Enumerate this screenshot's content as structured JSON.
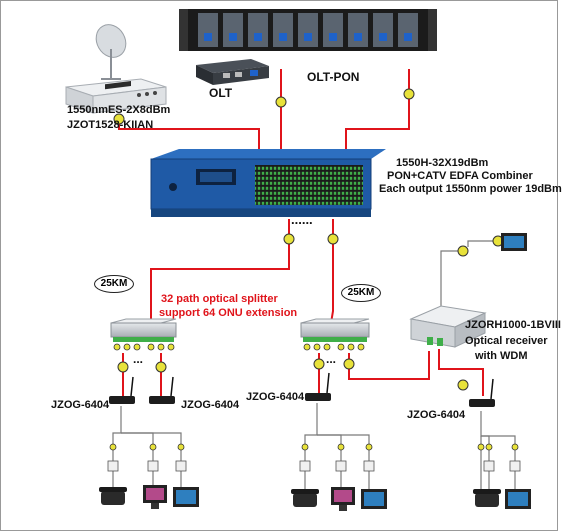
{
  "labels": {
    "olt": "OLT",
    "olt_pon": "OLT-PON",
    "transmitter_line1": "1550nmES-2X8dBm",
    "transmitter_line2": "JZOT1528-KIIAN",
    "edfa_line1": "1550H-32X19dBm",
    "edfa_line2": "PON+CATV EDFA Combiner",
    "edfa_line3": "Each output 1550nm power 19dBm",
    "distance_left": "25KM",
    "distance_right": "25KM",
    "splitter_note_line1": "32 path optical splitter",
    "splitter_note_line2": "support 64 ONU extension",
    "receiver_line1": "JZORH1000-1BVIII",
    "receiver_line2": "Optical receiver",
    "receiver_line3": "with WDM",
    "onu_left_a": "JZOG-6404",
    "onu_left_b": "JZOG-6404",
    "onu_mid": "JZOG-6404",
    "onu_right": "JZOG-6404",
    "ellipsis_edfa": "......",
    "ellipsis_left": "...",
    "ellipsis_mid": "..."
  },
  "colors": {
    "fiber": "#e0141b",
    "cable": "#777777",
    "rack": "#1b1b1b",
    "edfa": "#1f5aa6",
    "splitter": "#c9cdd2",
    "connector": "#e8e23a"
  },
  "icons": [
    "satellite-dish-icon",
    "router-icon",
    "telephone-icon",
    "computer-icon",
    "tv-icon"
  ]
}
